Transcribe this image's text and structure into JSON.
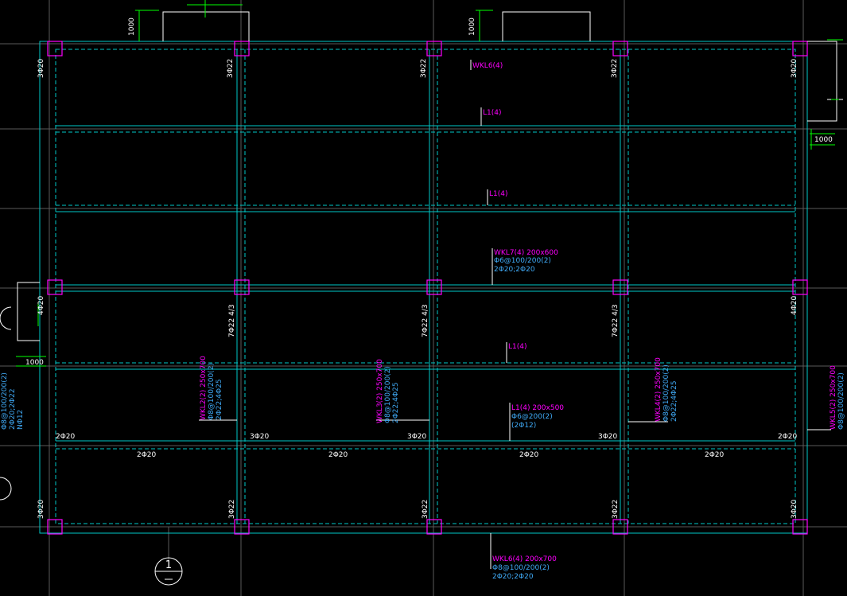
{
  "colors": {
    "background": "#000000",
    "grid": "#5a5a5a",
    "beam": "#00c8c8",
    "column": "#ff00ff",
    "annotation": "#ff00ff",
    "rebar_text": "#3fa9f5",
    "dim": "#00ff00",
    "white": "#ffffff"
  },
  "dimensions": {
    "top_left": "1000",
    "top_mid": "1000",
    "right": "1000",
    "left": "1000"
  },
  "top_rebar": {
    "c1": "3Φ20",
    "c2": "3Φ22",
    "c3": "3Φ22",
    "c4": "3Φ22",
    "c5": "3Φ20"
  },
  "mid_rebar": {
    "c1": "4Φ20",
    "c2": "7Φ22 4/3",
    "c3": "7Φ22 4/3",
    "c4": "7Φ22 4/3",
    "c5": "4Φ20"
  },
  "bottom_rebar": {
    "c1": "3Φ20",
    "c2": "3Φ22",
    "c3": "3Φ22",
    "c4": "3Φ22",
    "c5": "3Φ20"
  },
  "row_bars": {
    "r1": "2Φ20",
    "r2": "3Φ20",
    "r3": "3Φ20",
    "r4": "3Φ20",
    "r5": "2Φ20"
  },
  "span_bars": {
    "s1": "2Φ20",
    "s2": "2Φ20",
    "s3": "2Φ20",
    "s4": "2Φ20"
  },
  "beams": {
    "wkl6_top": "WKL6(4)",
    "l1_a": "L1(4)",
    "l1_b": "L1(4)",
    "wkl7": {
      "name": "WKL7(4) 200x600",
      "stirrup": "Φ6@100/200(2)",
      "bars": "2Φ20;2Φ20"
    },
    "l1_c": "L1(4)",
    "l1_d": {
      "name": "L1(4) 200x500",
      "stirrup": "Φ6@200(2)",
      "bars": "(2Φ12)"
    },
    "wkl2": {
      "name": "WKL2(2) 250x700",
      "stirrup": "Φ8@100/200(2)",
      "bars": "2Φ22;4Φ25"
    },
    "wkl3": {
      "name": "WKL3(2) 250x700",
      "stirrup": "Φ8@100/200(2)",
      "bars": "2Φ22;4Φ25"
    },
    "wkl4": {
      "name": "WKL4(2) 250x700",
      "stirrup": "Φ8@100/200(2)",
      "bars": "2Φ22;4Φ25"
    },
    "wkl5": {
      "name": "WKL5(2) 250x700",
      "stirrup": "Φ8@100/200(2)"
    },
    "wkl1_left": {
      "stirrup": "Φ8@100/200(2)",
      "bars": "2Φ20;2Φ22",
      "extra": "NΦ12"
    },
    "wkl6_bottom": {
      "name": "WKL6(4) 200x700",
      "stirrup": "Φ8@100/200(2)",
      "bars": "2Φ20;2Φ20"
    }
  },
  "axis": {
    "label": "1"
  }
}
